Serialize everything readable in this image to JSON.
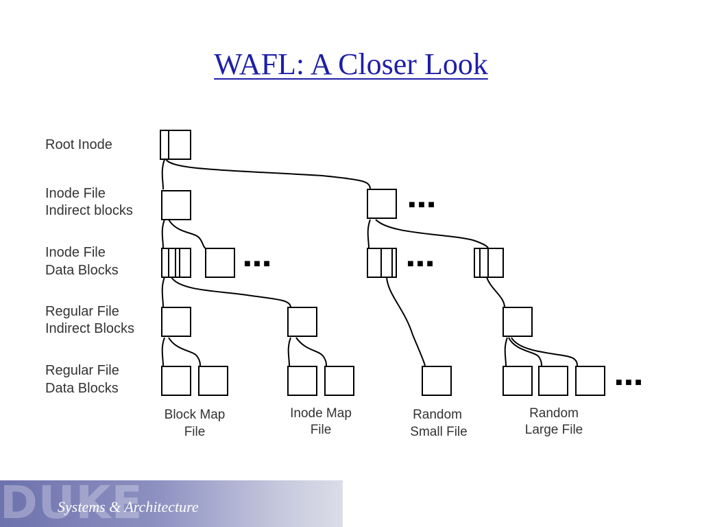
{
  "title": "WAFL: A Closer Look",
  "row_labels": [
    {
      "line1": "Root Inode",
      "line2": ""
    },
    {
      "line1": "Inode File",
      "line2": "Indirect blocks"
    },
    {
      "line1": "Inode File",
      "line2": "Data Blocks"
    },
    {
      "line1": "Regular File",
      "line2": "Indirect Blocks"
    },
    {
      "line1": "Regular File",
      "line2": "Data Blocks"
    }
  ],
  "file_labels": [
    {
      "line1": "Block Map",
      "line2": "File"
    },
    {
      "line1": "Inode Map",
      "line2": "File"
    },
    {
      "line1": "Random",
      "line2": "Small File"
    },
    {
      "line1": "Random",
      "line2": "Large File"
    }
  ],
  "ellipsis": "■ ■ ■",
  "footer": {
    "watermark": "DUKE",
    "caption": "Systems & Architecture"
  }
}
